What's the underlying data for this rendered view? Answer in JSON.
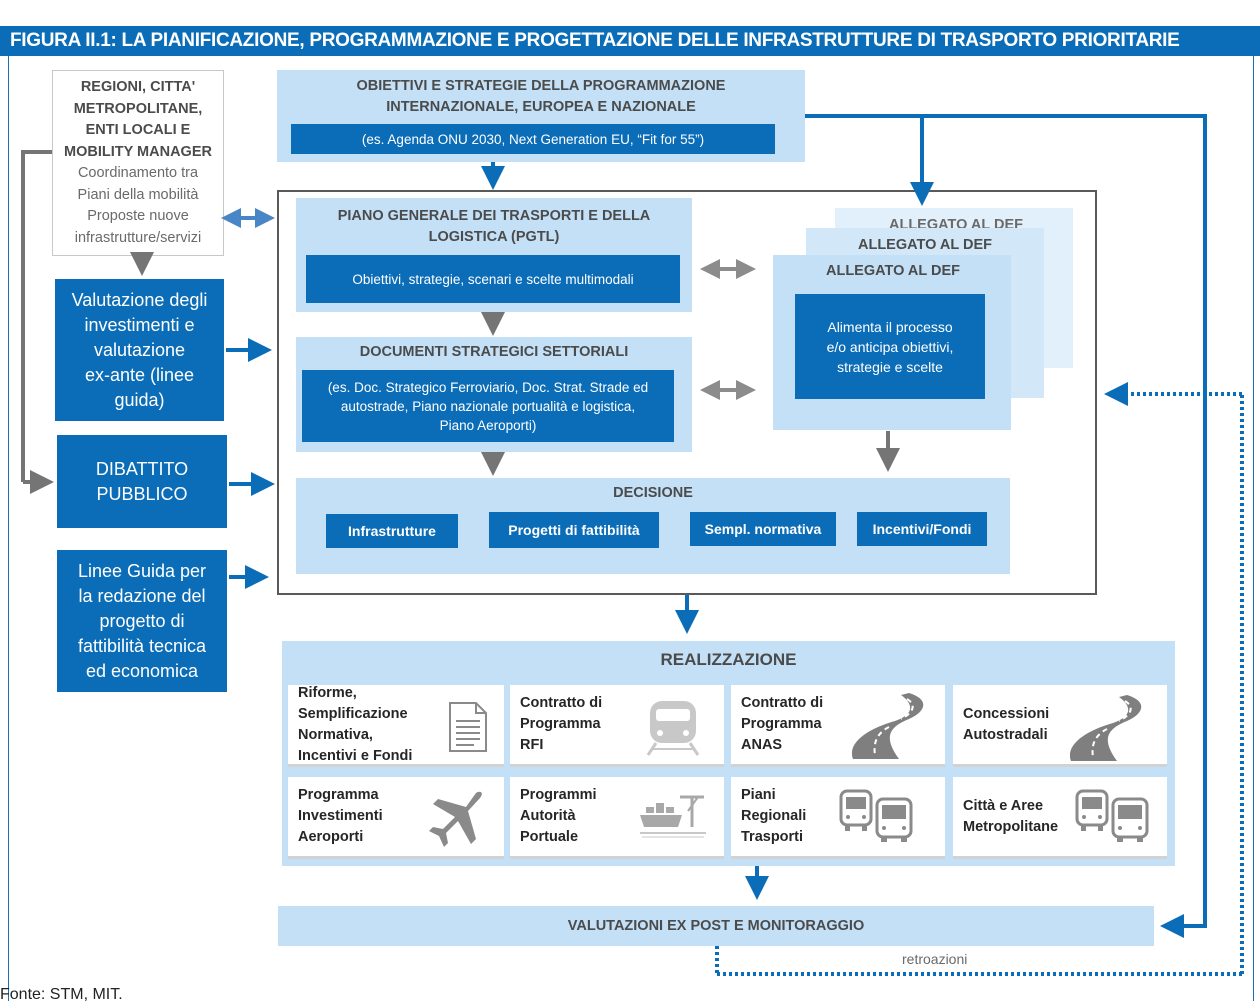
{
  "title": "FIGURA II.1: LA PIANIFICAZIONE, PROGRAMMAZIONE E PROGETTAZIONE DELLE INFRASTRUTTURE DI TRASPORTO PRIORITARIE",
  "regioni": {
    "bold": [
      "REGIONI, CITTA'",
      "METROPOLITANE,",
      "ENTI LOCALI E",
      "MOBILITY MANAGER"
    ],
    "normal": [
      "Coordinamento tra",
      "Piani della mobilità",
      "Proposte nuove",
      "infrastrutture/servizi"
    ]
  },
  "valutazione": [
    "Valutazione degli",
    "investimenti e",
    "valutazione",
    "ex-ante (linee",
    "guida)"
  ],
  "dibattito": [
    "DIBATTITO",
    "PUBBLICO"
  ],
  "linee_guida": [
    "Linee Guida per",
    "la redazione del",
    "progetto di",
    "fattibilità tecnica",
    "ed economica"
  ],
  "obiettivi": {
    "title": [
      "OBIETTIVI E STRATEGIE DELLA PROGRAMMAZIONE",
      "INTERNAZIONALE, EUROPEA E NAZIONALE"
    ],
    "inner": "(es. Agenda ONU 2030, Next Generation EU, “Fit for 55”)"
  },
  "pgtl": {
    "title": [
      "PIANO GENERALE DEI TRASPORTI E DELLA",
      "LOGISTICA (PGTL)"
    ],
    "inner": "Obiettivi, strategie, scenari e scelte multimodali"
  },
  "documenti": {
    "title": "DOCUMENTI STRATEGICI SETTORIALI",
    "inner": [
      "(es. Doc. Strategico Ferroviario, Doc. Strat. Strade ed",
      "autostrade, Piano nazionale portualità e logistica,",
      "Piano Aeroporti)"
    ]
  },
  "allegato": {
    "label": "ALLEGATO AL DEF",
    "inner": [
      "Alimenta il processo",
      "e/o anticipa obiettivi,",
      "strategie e scelte"
    ]
  },
  "decisione": {
    "title": "DECISIONE",
    "items": [
      "Infrastrutture",
      "Progetti di fattibilità",
      "Sempl. normativa",
      "Incentivi/Fondi"
    ]
  },
  "realizzazione": {
    "title": "REALIZZAZIONE",
    "cards": [
      {
        "lines": [
          "Riforme,",
          "Semplificazione",
          "Normativa,",
          "Incentivi e Fondi"
        ],
        "icon": "document-icon"
      },
      {
        "lines": [
          "Contratto di",
          "Programma",
          "RFI"
        ],
        "icon": "train-icon"
      },
      {
        "lines": [
          "Contratto di",
          "Programma",
          "ANAS"
        ],
        "icon": "road-icon"
      },
      {
        "lines": [
          "Concessioni",
          "Autostradali"
        ],
        "icon": "road-icon"
      },
      {
        "lines": [
          "Programma",
          "Investimenti",
          "Aeroporti"
        ],
        "icon": "airplane-icon"
      },
      {
        "lines": [
          "Programmi",
          "Autorità",
          "Portuale"
        ],
        "icon": "port-icon"
      },
      {
        "lines": [
          "Piani",
          "Regionali",
          "Trasporti"
        ],
        "icon": "bus-icon"
      },
      {
        "lines": [
          "Città e Aree",
          "Metropolitane"
        ],
        "icon": "bus-icon"
      }
    ]
  },
  "valutazioni_expost": "VALUTAZIONI EX POST E MONITORAGGIO",
  "retroazioni": "retroazioni",
  "fonte": "Fonte: STM, MIT.",
  "colors": {
    "dark_blue": "#0b6db7",
    "light_blue": "#c3e0f7",
    "arrow_gray": "#757575",
    "frame_gray": "#595959"
  }
}
